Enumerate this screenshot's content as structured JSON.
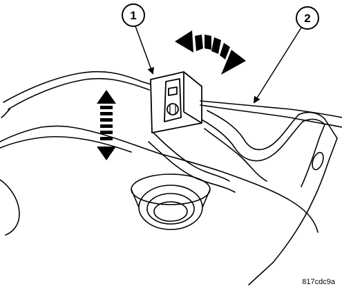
{
  "callouts": [
    {
      "number": "1"
    },
    {
      "number": "2"
    }
  ],
  "figure_id": "817cdc9a",
  "colors": {
    "line": "#000000",
    "fill": "#ffffff"
  }
}
